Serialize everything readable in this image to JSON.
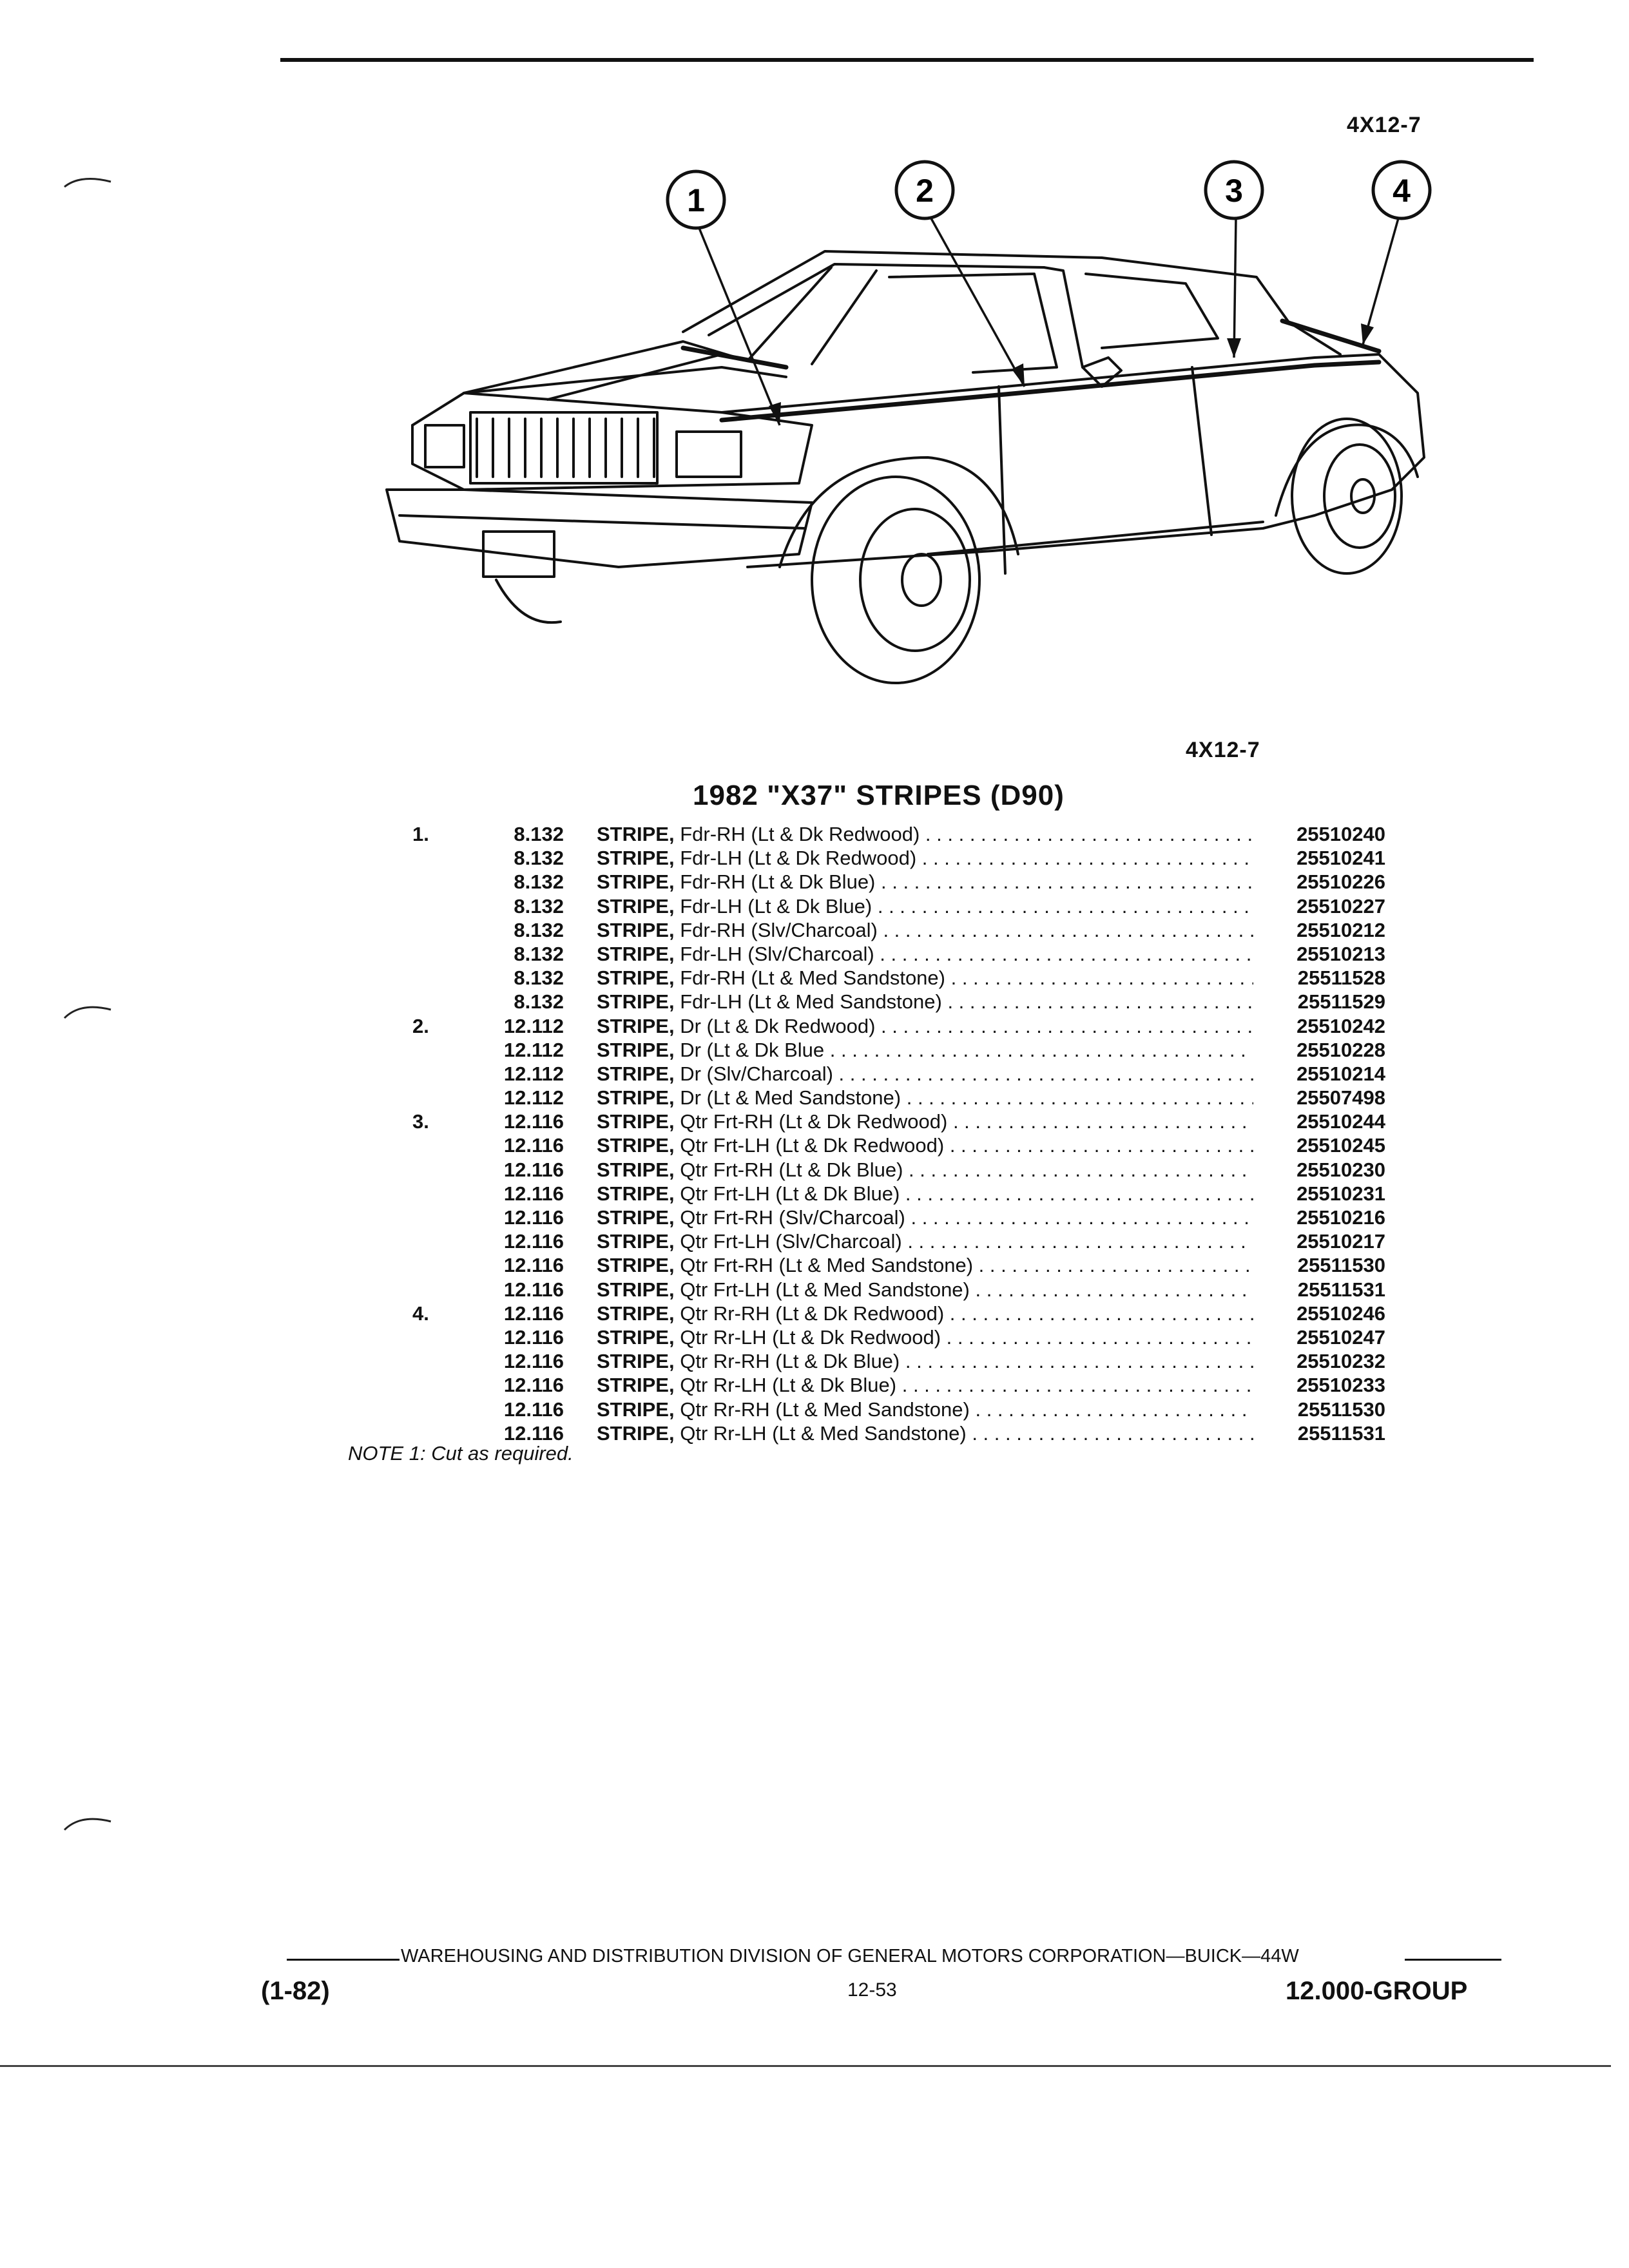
{
  "header": {
    "ref_top": "4X12-7",
    "ref_bottom": "4X12-7"
  },
  "illustration": {
    "callouts": [
      "1",
      "2",
      "3",
      "4"
    ]
  },
  "section_title": "1982 \"X37\" STRIPES (D90)",
  "parts": [
    {
      "item": "1.",
      "group": "8.132",
      "name": "STRIPE,",
      "desc": "Fdr-RH (Lt & Dk Redwood)",
      "part_no": "25510240"
    },
    {
      "item": "",
      "group": "8.132",
      "name": "STRIPE,",
      "desc": "Fdr-LH (Lt & Dk Redwood)",
      "part_no": "25510241"
    },
    {
      "item": "",
      "group": "8.132",
      "name": "STRIPE,",
      "desc": "Fdr-RH (Lt & Dk Blue)",
      "part_no": "25510226"
    },
    {
      "item": "",
      "group": "8.132",
      "name": "STRIPE,",
      "desc": "Fdr-LH (Lt & Dk Blue)",
      "part_no": "25510227"
    },
    {
      "item": "",
      "group": "8.132",
      "name": "STRIPE,",
      "desc": "Fdr-RH (Slv/Charcoal)",
      "part_no": "25510212"
    },
    {
      "item": "",
      "group": "8.132",
      "name": "STRIPE,",
      "desc": "Fdr-LH (Slv/Charcoal)",
      "part_no": "25510213"
    },
    {
      "item": "",
      "group": "8.132",
      "name": "STRIPE,",
      "desc": "Fdr-RH (Lt & Med Sandstone)",
      "part_no": "25511528"
    },
    {
      "item": "",
      "group": "8.132",
      "name": "STRIPE,",
      "desc": "Fdr-LH (Lt & Med Sandstone)",
      "part_no": "25511529"
    },
    {
      "item": "2.",
      "group": "12.112",
      "name": "STRIPE,",
      "desc": "Dr (Lt & Dk Redwood)",
      "part_no": "25510242"
    },
    {
      "item": "",
      "group": "12.112",
      "name": "STRIPE,",
      "desc": "Dr (Lt & Dk Blue",
      "part_no": "25510228"
    },
    {
      "item": "",
      "group": "12.112",
      "name": "STRIPE,",
      "desc": "Dr (Slv/Charcoal)",
      "part_no": "25510214"
    },
    {
      "item": "",
      "group": "12.112",
      "name": "STRIPE,",
      "desc": "Dr (Lt & Med Sandstone)",
      "part_no": "25507498"
    },
    {
      "item": "3.",
      "group": "12.116",
      "name": "STRIPE,",
      "desc": "Qtr Frt-RH (Lt & Dk Redwood)",
      "part_no": "25510244"
    },
    {
      "item": "",
      "group": "12.116",
      "name": "STRIPE,",
      "desc": "Qtr Frt-LH (Lt & Dk Redwood)",
      "part_no": "25510245"
    },
    {
      "item": "",
      "group": "12.116",
      "name": "STRIPE,",
      "desc": "Qtr Frt-RH (Lt & Dk Blue)",
      "part_no": "25510230"
    },
    {
      "item": "",
      "group": "12.116",
      "name": "STRIPE,",
      "desc": "Qtr Frt-LH (Lt & Dk Blue)",
      "part_no": "25510231"
    },
    {
      "item": "",
      "group": "12.116",
      "name": "STRIPE,",
      "desc": "Qtr Frt-RH (Slv/Charcoal)",
      "part_no": "25510216"
    },
    {
      "item": "",
      "group": "12.116",
      "name": "STRIPE,",
      "desc": "Qtr Frt-LH (Slv/Charcoal)",
      "part_no": "25510217"
    },
    {
      "item": "",
      "group": "12.116",
      "name": "STRIPE,",
      "desc": "Qtr Frt-RH (Lt & Med Sandstone)",
      "part_no": "25511530"
    },
    {
      "item": "",
      "group": "12.116",
      "name": "STRIPE,",
      "desc": "Qtr Frt-LH (Lt & Med Sandstone)",
      "part_no": "25511531"
    },
    {
      "item": "4.",
      "group": "12.116",
      "name": "STRIPE,",
      "desc": "Qtr Rr-RH (Lt & Dk Redwood)",
      "part_no": "25510246"
    },
    {
      "item": "",
      "group": "12.116",
      "name": "STRIPE,",
      "desc": "Qtr Rr-LH (Lt & Dk Redwood)",
      "part_no": "25510247"
    },
    {
      "item": "",
      "group": "12.116",
      "name": "STRIPE,",
      "desc": "Qtr Rr-RH (Lt & Dk Blue)",
      "part_no": "25510232"
    },
    {
      "item": "",
      "group": "12.116",
      "name": "STRIPE,",
      "desc": "Qtr Rr-LH (Lt & Dk Blue)",
      "part_no": "25510233"
    },
    {
      "item": "",
      "group": "12.116",
      "name": "STRIPE,",
      "desc": "Qtr Rr-RH (Lt & Med Sandstone)",
      "part_no": "25511530"
    },
    {
      "item": "",
      "group": "12.116",
      "name": "STRIPE,",
      "desc": "Qtr Rr-LH (Lt & Med Sandstone)",
      "part_no": "25511531"
    }
  ],
  "note": "NOTE 1: Cut as required.",
  "footer": {
    "division": "WAREHOUSING AND DISTRIBUTION  DIVISION OF GENERAL MOTORS CORPORATION—BUICK—44W",
    "date": "(1-82)",
    "page": "12-53",
    "group": "12.000-GROUP"
  }
}
